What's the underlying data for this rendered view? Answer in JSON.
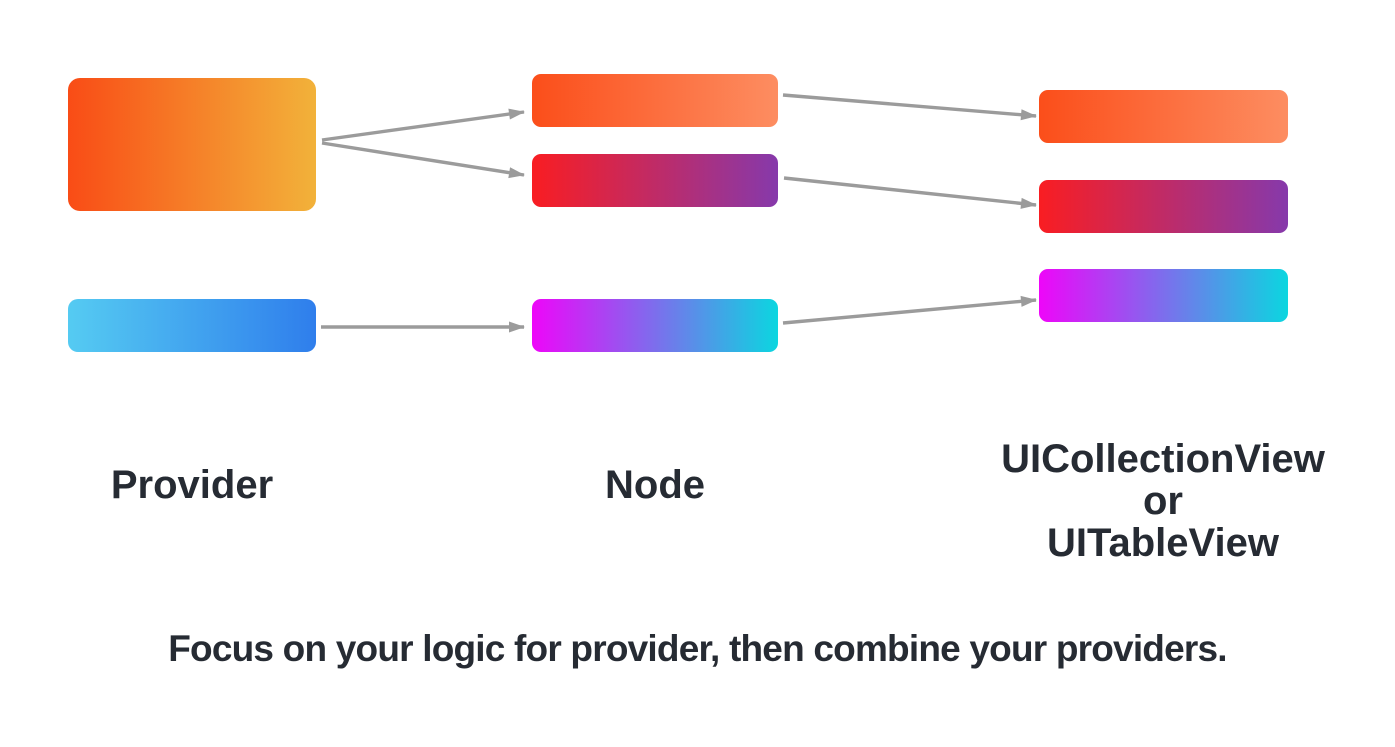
{
  "labels": {
    "provider": "Provider",
    "node": "Node",
    "view": "UICollectionView\nor\nUITableView",
    "caption": "Focus on your logic for provider, then combine your providers."
  },
  "colors": {
    "text": "#262b33",
    "arrow": "#9b9b9b",
    "background": "#ffffff",
    "provider_large_start": "#f94c16",
    "provider_large_end": "#f2b23a",
    "provider_small_start": "#55cbf2",
    "provider_small_end": "#2f7eec",
    "orange_start": "#fb4e1a",
    "orange_end": "#fd8d61",
    "redpurple_start": "#f91d22",
    "redpurple_end": "#8639ab",
    "magentacyan_start": "#ee06f9",
    "magentacyan_end": "#0bd6e0"
  }
}
